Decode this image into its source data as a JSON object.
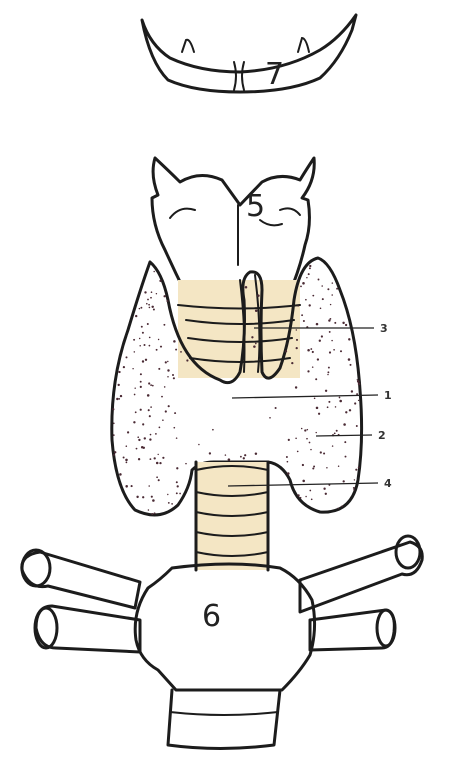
{
  "labels": {
    "hyoid": "7",
    "thyroid_cartilage": "5",
    "lobe_isthmus": "1",
    "lobe": "2",
    "pyramidal_lobe": "3",
    "trachea": "4",
    "aortic_arch": "6"
  },
  "colors": {
    "gland_pink": "#d98fb0",
    "gland_pink_light": "#e8b4c8",
    "cartilage_cream": "#f3e2b8",
    "hyoid_tan": "#efc9aa",
    "outline": "#1c1c1c",
    "stipple": "#4a2a34"
  }
}
